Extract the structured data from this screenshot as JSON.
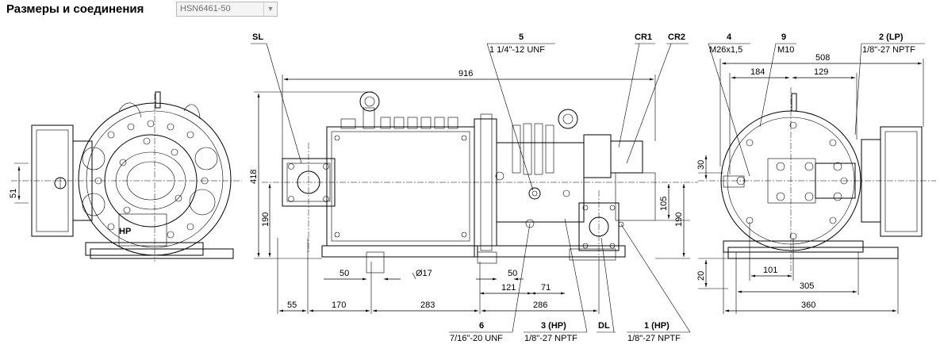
{
  "header": {
    "title": "Размеры и соединения",
    "model_value": "HSN6461-50"
  },
  "drawing": {
    "callouts": {
      "sl": "SL",
      "c5_num": "5",
      "c5_spec": "1 1/4\"-12 UNF",
      "cr1": "CR1",
      "cr2": "CR2",
      "c4_num": "4",
      "c4_spec": "M26x1,5",
      "c9_num": "9",
      "c9_spec": "M10",
      "c2_num": "2 (LP)",
      "c2_spec": "1/8\"-27 NPTF",
      "c6_num": "6",
      "c6_spec": "7/16\"-20 UNF",
      "c3_num": "3 (HP)",
      "c3_spec": "1/8\"-27 NPTF",
      "dl": "DL",
      "c1_num": "1 (HP)",
      "c1_spec": "1/8\"-27 NPTF",
      "hp_label": "HP"
    },
    "dims": {
      "d916": "916",
      "d418": "418",
      "d190a": "190",
      "d51": "51",
      "d105": "105",
      "d190b": "190",
      "d17": "Ø17",
      "d50a": "50",
      "d50b": "50",
      "d121": "121",
      "d71": "71",
      "d55": "55",
      "d170": "170",
      "d283": "283",
      "d286": "286",
      "d508": "508",
      "d184": "184",
      "d129": "129",
      "d30": "30",
      "d20": "20",
      "d101": "101",
      "d305": "305",
      "d360": "360"
    }
  }
}
